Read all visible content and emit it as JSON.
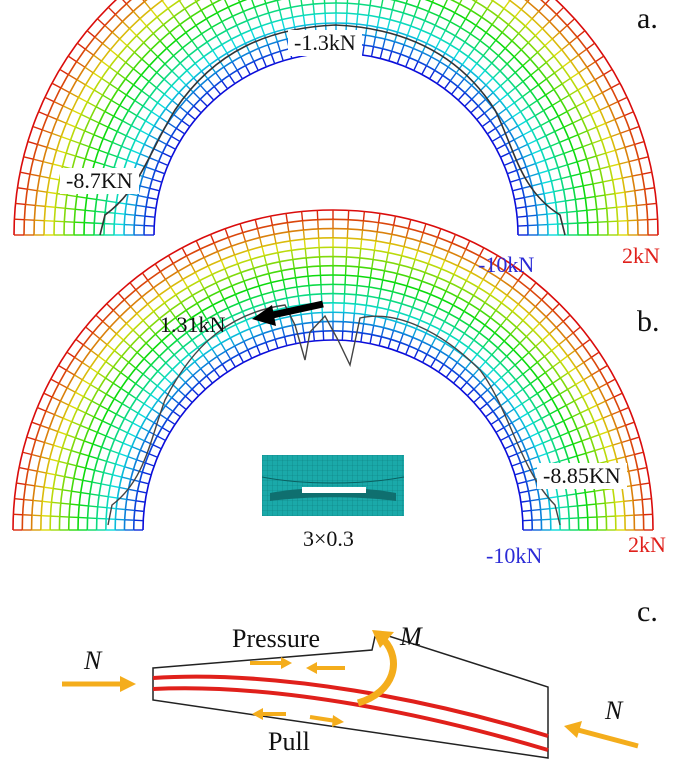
{
  "panels": {
    "a": {
      "letter": "a.",
      "label_top": "-1.3kN",
      "label_left": "-8.7KN",
      "legend_min": "-10kN",
      "legend_max": "2kN"
    },
    "b": {
      "letter": "b.",
      "label_top": "1.31kN",
      "label_right": "-8.85KN",
      "inset_caption": "3×0.3",
      "legend_min": "-10kN",
      "legend_max": "2kN"
    },
    "c": {
      "letter": "c.",
      "pressure": "Pressure",
      "pull": "Pull",
      "moment": "M",
      "axial_left": "N",
      "axial_right": "N"
    }
  },
  "colors": {
    "max": "#e0201b",
    "min": "#2b2bd6",
    "arrow": "#f4ad1c",
    "beam_line": "#e0201b",
    "inset": "#1aa9a9"
  }
}
